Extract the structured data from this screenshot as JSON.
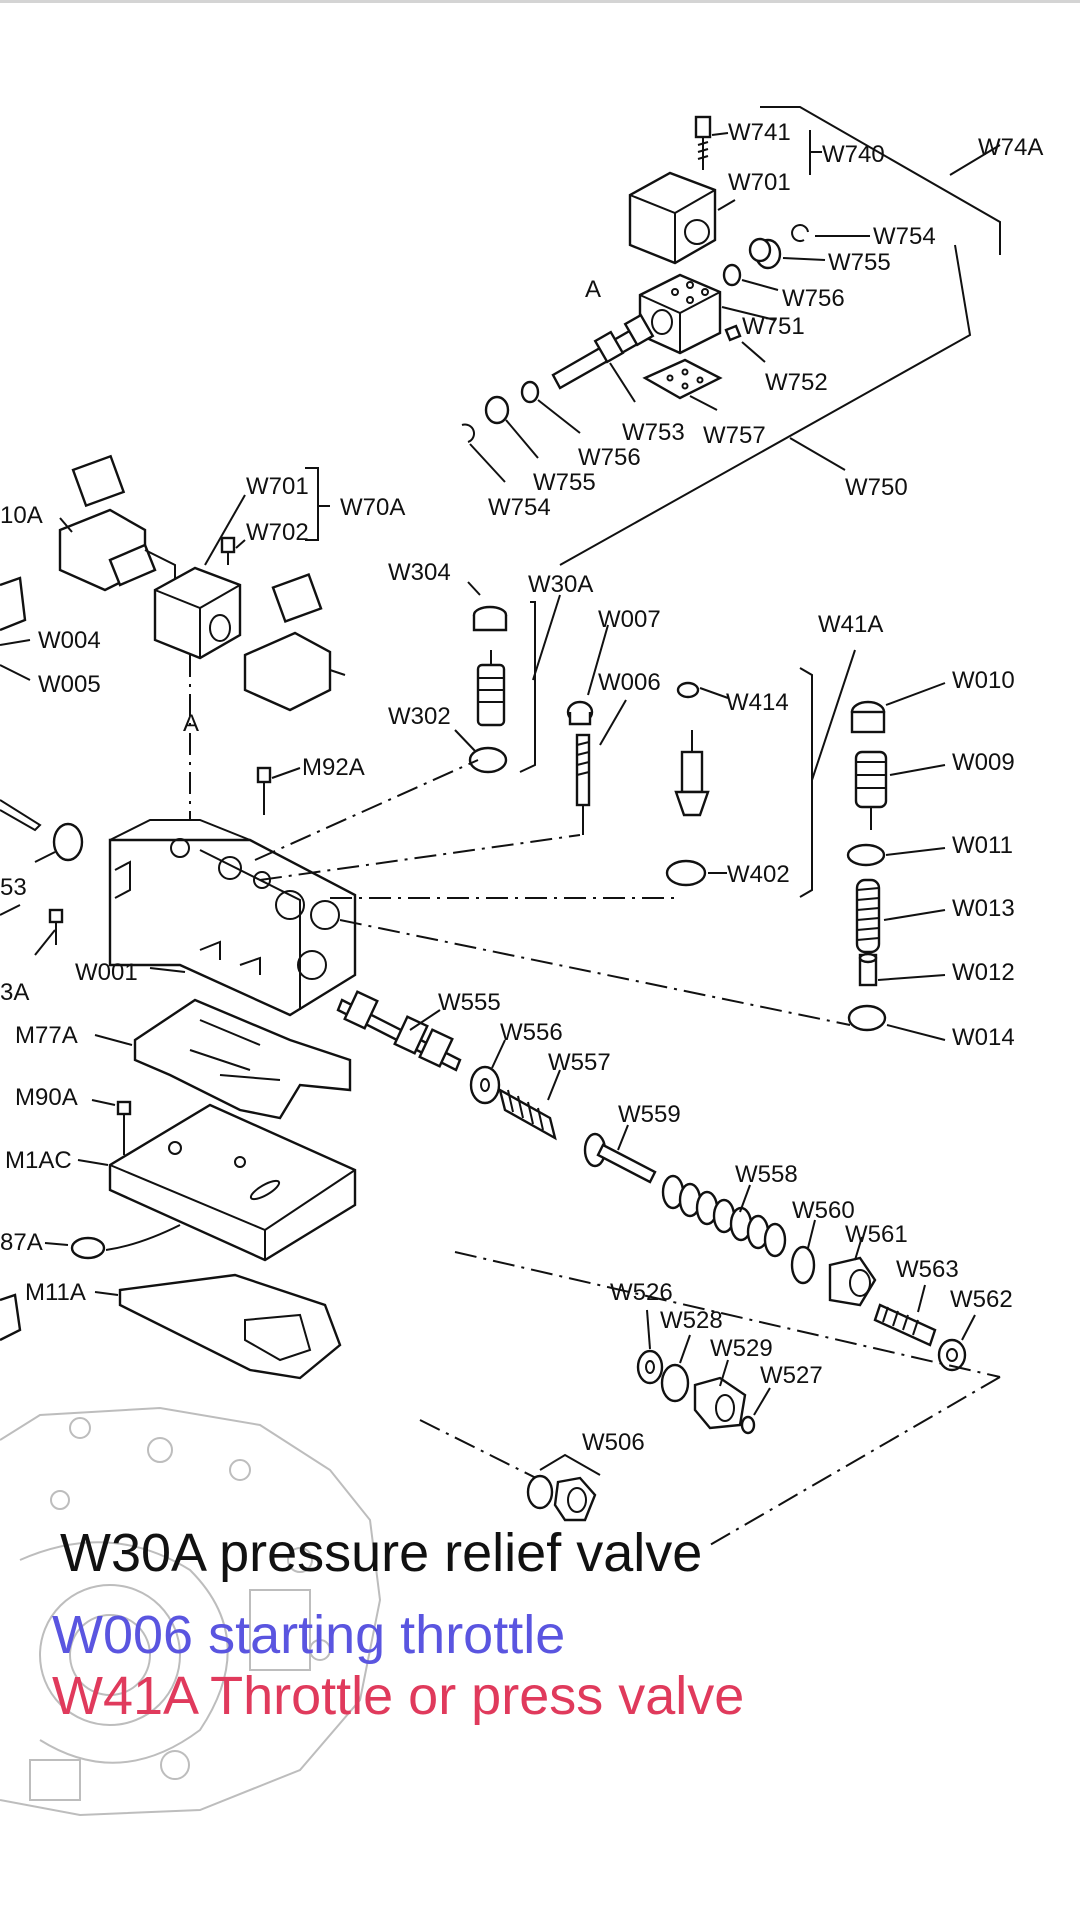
{
  "captions": [
    {
      "text": "W30A pressure relief valve",
      "color": "#111111"
    },
    {
      "text": "W006 starting throttle",
      "color": "#5a55e0"
    },
    {
      "text": "W41A Throttle or press valve",
      "color": "#e03a5c"
    }
  ],
  "labels": {
    "W741": "W741",
    "W740": "W740",
    "W74A": "W74A",
    "W701a": "W701",
    "W754a": "W754",
    "W755a": "W755",
    "W756a": "W756",
    "W751": "W751",
    "A1": "A",
    "W752": "W752",
    "W753": "W753",
    "W757": "W757",
    "W756b": "W756",
    "W755b": "W755",
    "W754b": "W754",
    "W750": "W750",
    "W701b": "W701",
    "W702": "W702",
    "W70A": "W70A",
    "W10A": "10A",
    "W004": "W004",
    "W005": "W005",
    "A2": "A",
    "W304": "W304",
    "W30A": "W30A",
    "W007": "W007",
    "W006": "W006",
    "W302": "W302",
    "W414": "W414",
    "W41A": "W41A",
    "W402": "W402",
    "W010": "W010",
    "W009": "W009",
    "W011": "W011",
    "W013": "W013",
    "W012": "W012",
    "W014": "W014",
    "M92A": "M92A",
    "W53": "53",
    "W3A": "3A",
    "W001": "W001",
    "M77A": "M77A",
    "M90A": "M90A",
    "M1AC": "M1AC",
    "W87A": "87A",
    "M11A": "M11A",
    "W555": "W555",
    "W556": "W556",
    "W557": "W557",
    "W559": "W559",
    "W558": "W558",
    "W560": "W560",
    "W561": "W561",
    "W563": "W563",
    "W562": "W562",
    "W526": "W526",
    "W528": "W528",
    "W529": "W529",
    "W527": "W527",
    "W506": "W506"
  }
}
